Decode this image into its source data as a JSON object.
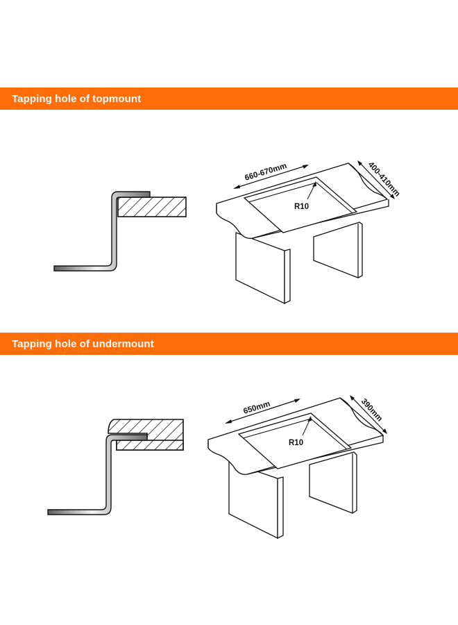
{
  "sections": [
    {
      "title": "Tapping hole of topmount",
      "profile_icon": "topmount-profile-diagram",
      "countertop_icon": "countertop-cutout-diagram",
      "dimensions": {
        "length": "660-670mm",
        "width": "400-410mm",
        "radius": "R10"
      }
    },
    {
      "title": "Tapping hole of undermount",
      "profile_icon": "undermount-profile-diagram",
      "countertop_icon": "countertop-cutout-diagram",
      "dimensions": {
        "length": "650mm",
        "width": "390mm",
        "radius": "R10"
      }
    }
  ],
  "colors": {
    "band": "#ff6e0a",
    "band_text": "#ffffff",
    "line": "#111111",
    "steel_light": "#f2f2f2",
    "steel_dark": "#7a7a7a"
  }
}
